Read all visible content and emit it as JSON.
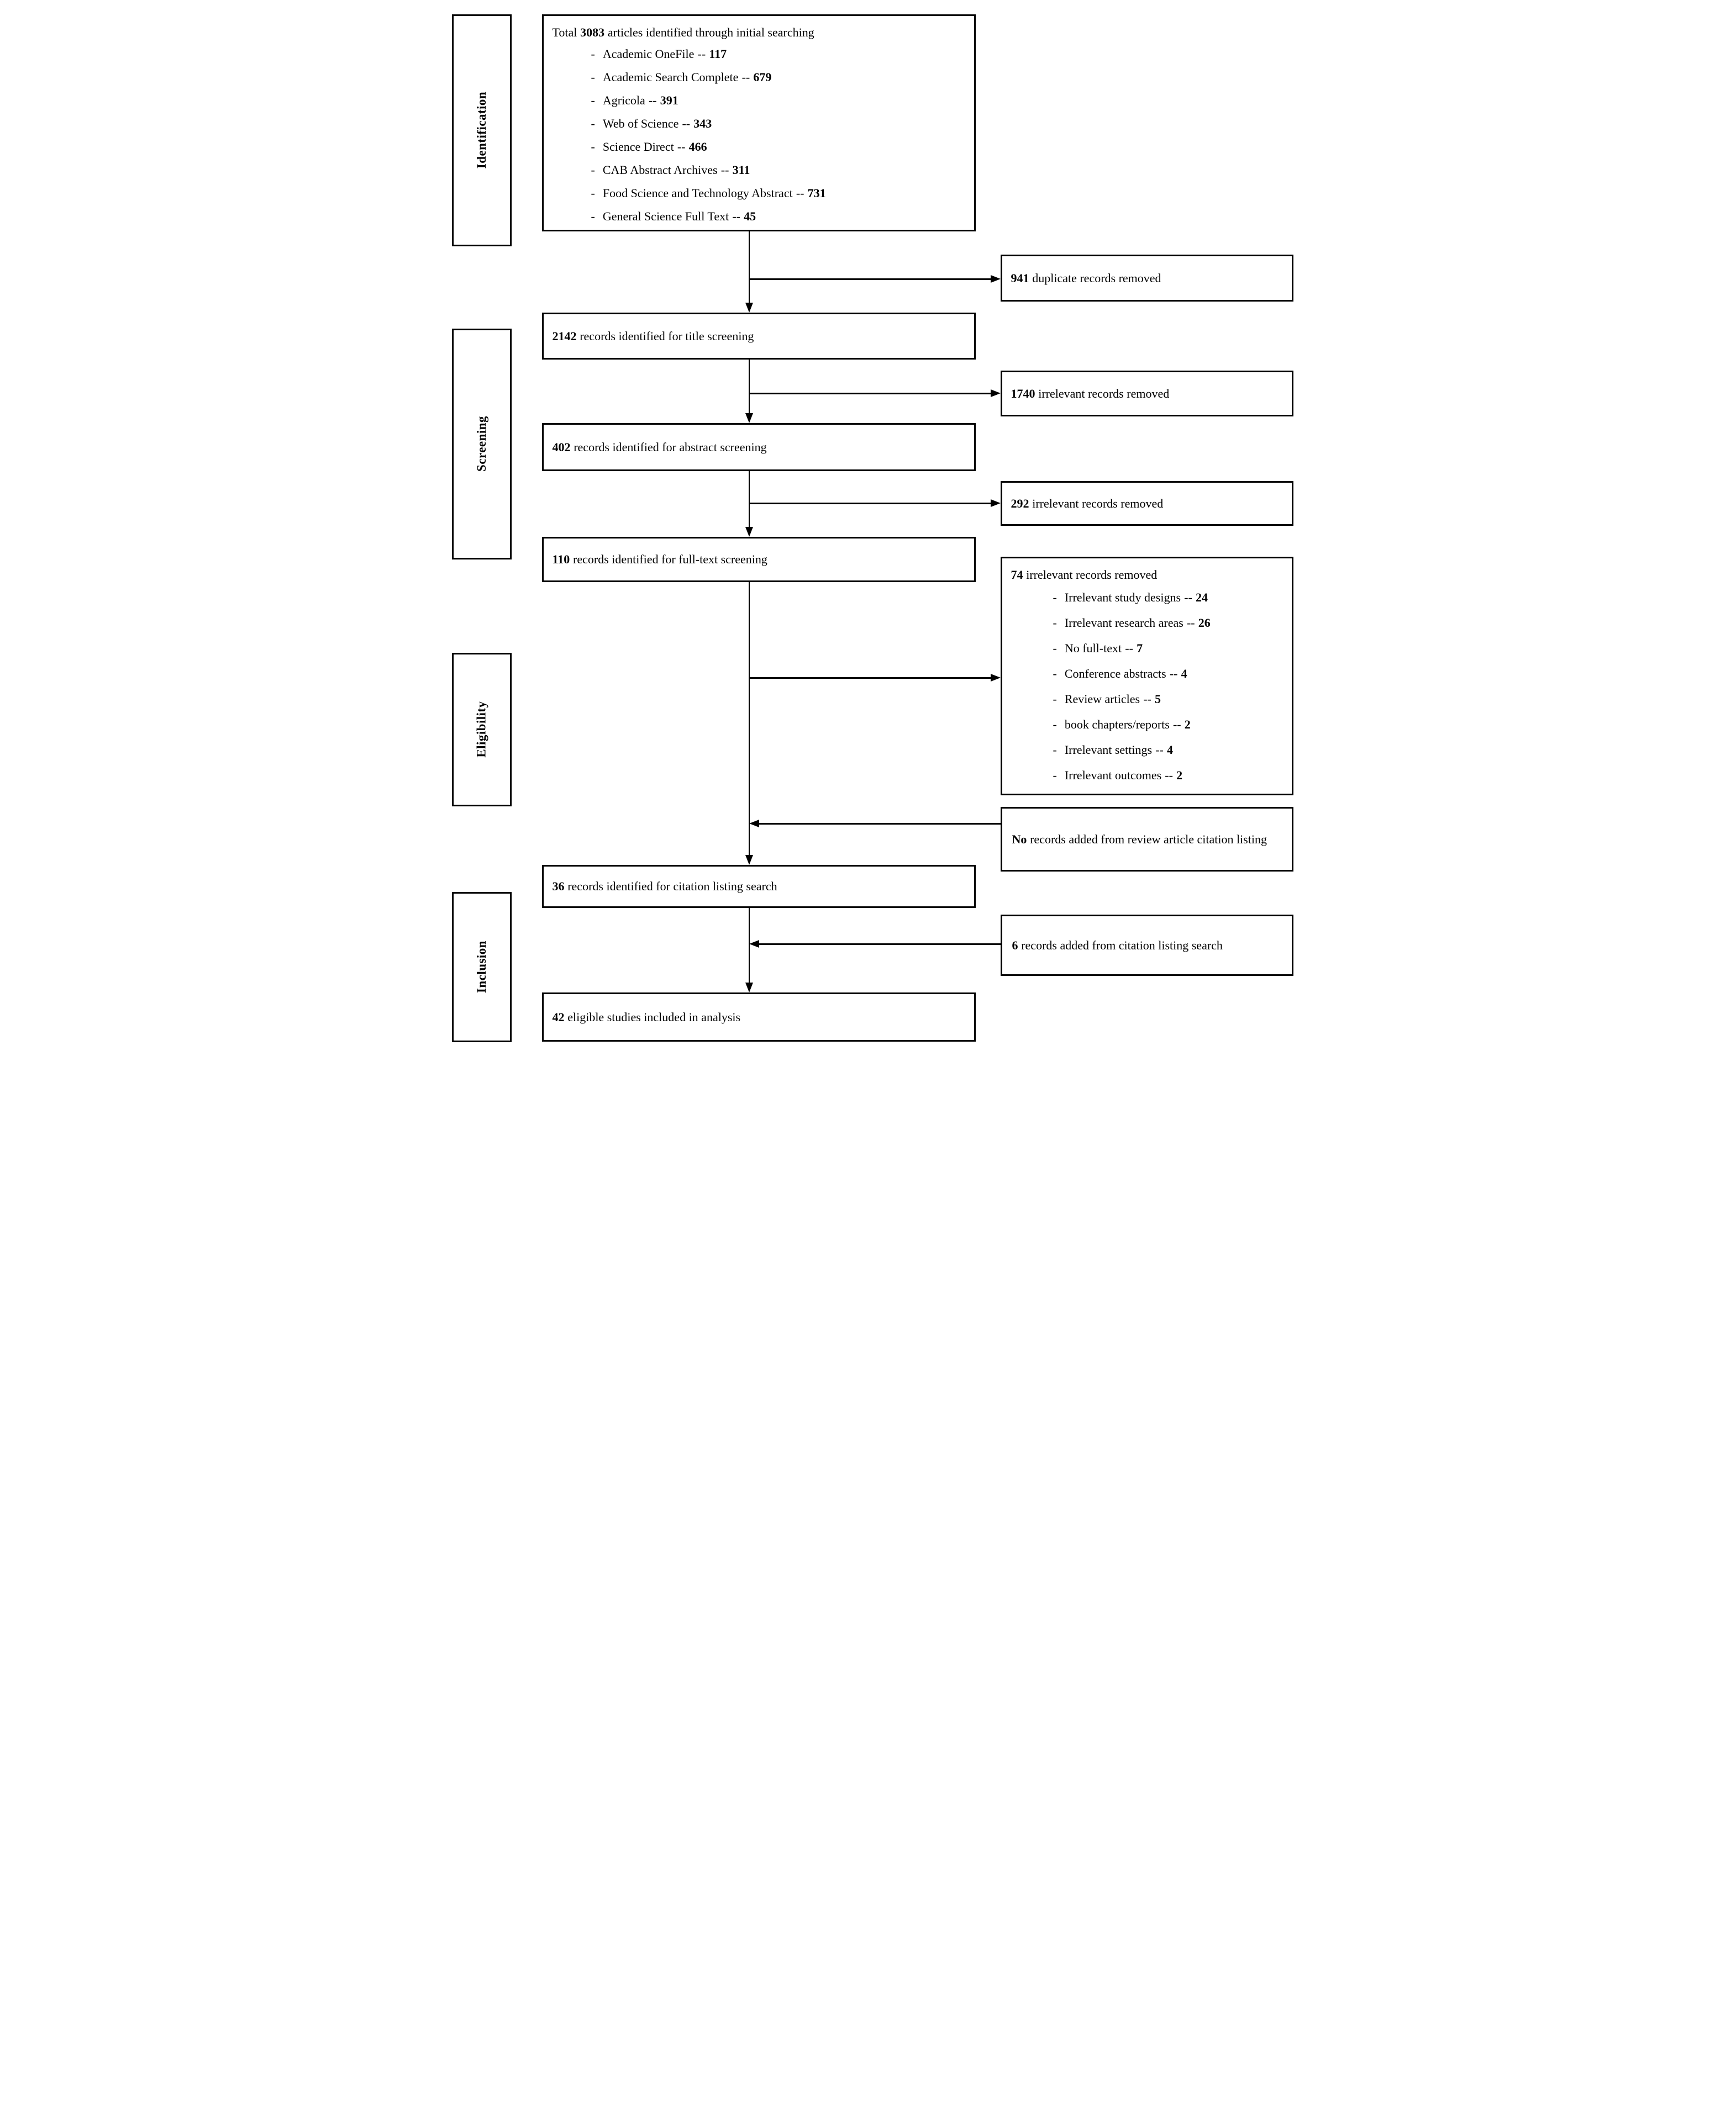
{
  "colors": {
    "border": "#000000",
    "background": "#ffffff",
    "text": "#000000"
  },
  "bullet": "-",
  "separator": "--",
  "stages": {
    "identification": "Identification",
    "screening": "Screening",
    "eligibility": "Eligibility",
    "inclusion": "Inclusion"
  },
  "identification_box": {
    "title_prefix": "Total",
    "title_num": "3083",
    "title_rest": "articles identified through initial searching",
    "items": [
      {
        "label": "Academic OneFile",
        "count": "117"
      },
      {
        "label": "Academic Search Complete",
        "count": "679"
      },
      {
        "label": "Agricola",
        "count": "391"
      },
      {
        "label": "Web of Science",
        "count": "343"
      },
      {
        "label": "Science Direct",
        "count": "466"
      },
      {
        "label": "CAB Abstract Archives",
        "count": "311"
      },
      {
        "label": "Food Science and Technology Abstract",
        "count": "731"
      },
      {
        "label": "General Science Full Text",
        "count": "45"
      }
    ]
  },
  "flow_boxes": {
    "title_screening": {
      "num": "2142",
      "rest": "records identified for title screening"
    },
    "abstract_screening": {
      "num": "402",
      "rest": "records identified for abstract screening"
    },
    "fulltext_screening": {
      "num": "110",
      "rest": "records identified for full-text screening"
    },
    "citation_search": {
      "num": "36",
      "rest": "records identified for citation listing search"
    },
    "included": {
      "num": "42",
      "rest": "eligible studies included in analysis"
    }
  },
  "side_boxes": {
    "duplicates_removed": {
      "num": "941",
      "rest": "duplicate records removed"
    },
    "title_irrelevant_removed": {
      "num": "1740",
      "rest": "irrelevant records removed"
    },
    "abstract_irrelevant_removed": {
      "num": "292",
      "rest": "irrelevant records removed"
    },
    "fulltext_irrelevant_removed": {
      "num": "74",
      "rest": "irrelevant records removed",
      "items": [
        {
          "label": "Irrelevant study designs",
          "count": "24"
        },
        {
          "label": "Irrelevant research areas",
          "count": "26"
        },
        {
          "label": "No full-text",
          "count": "7"
        },
        {
          "label": "Conference abstracts",
          "count": "4"
        },
        {
          "label": "Review articles",
          "count": "5"
        },
        {
          "label": "book chapters/reports",
          "count": "2"
        },
        {
          "label": "Irrelevant settings",
          "count": "4"
        },
        {
          "label": "Irrelevant outcomes",
          "count": "2"
        }
      ]
    },
    "review_citation_added": {
      "num": "No",
      "rest": "records added from review article citation listing"
    },
    "citation_added": {
      "num": "6",
      "rest": "records added from citation listing search"
    }
  }
}
